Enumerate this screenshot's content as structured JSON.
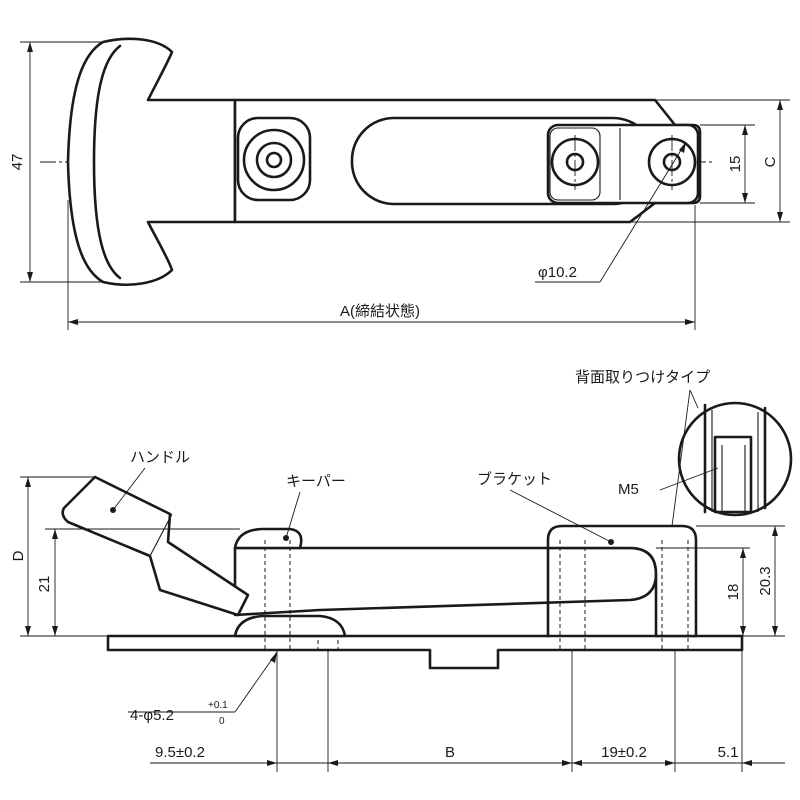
{
  "top_view": {
    "dim_height": "47",
    "dim_slot": "15",
    "dim_c": "C",
    "dim_hole": "φ10.2",
    "dim_a": "A(締結状態)"
  },
  "side_view": {
    "label_handle": "ハンドル",
    "label_keeper": "キーパー",
    "label_bracket": "ブラケット",
    "label_back_mount": "背面取りつけタイプ",
    "label_m5": "M5",
    "dim_d": "D",
    "dim_21": "21",
    "dim_18": "18",
    "dim_20_3": "20.3",
    "hole_spec_prefix": "4-φ5.2",
    "hole_tol_upper": "+0.1",
    "hole_tol_lower": "0",
    "dim_9_5": "9.5±0.2",
    "dim_b": "B",
    "dim_19": "19±0.2",
    "dim_5_1": "5.1"
  }
}
